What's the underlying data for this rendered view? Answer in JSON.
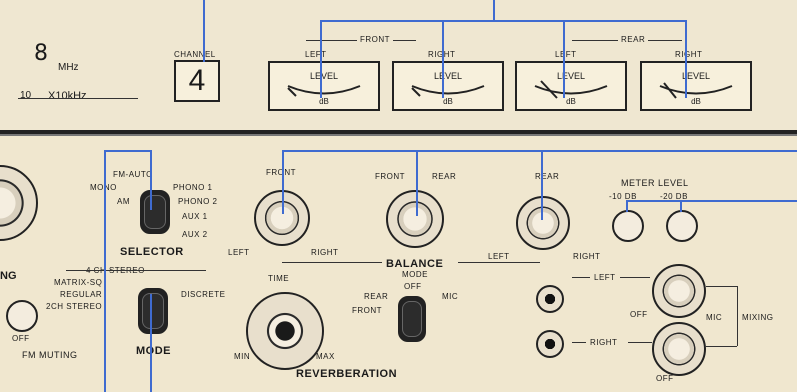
{
  "top_panel": {
    "tuner_left_digit": "8",
    "tuner_unit": "MHz",
    "tuner_scale": "10",
    "tuner_scale_unit": "X10kHz",
    "channel_label": "CHANNEL",
    "channel_value": "4",
    "front_label": "FRONT",
    "rear_label": "REAR",
    "meter_front_left_label": "LEFT",
    "meter_front_right_label": "RIGHT",
    "meter_rear_left_label": "LEFT",
    "meter_rear_right_label": "RIGHT",
    "meter_level_label": "LEVEL",
    "meter_db_label": "dB"
  },
  "bottom_panel": {
    "selector": {
      "options": [
        "FM-AUTO",
        "MONO",
        "AM",
        "PHONO 1",
        "PHONO 2",
        "AUX 1",
        "AUX 2"
      ],
      "label": "SELECTOR"
    },
    "mode": {
      "options": [
        "4 CH STEREO",
        "MATRIX-SQ",
        "REGULAR",
        "2CH STEREO",
        "DISCRETE"
      ],
      "label": "MODE"
    },
    "fm_muting": {
      "off_label": "OFF",
      "label": "FM MUTING"
    },
    "left_knob_label": "NG",
    "balance": {
      "front_knob_label": "FRONT",
      "left_right_left": "LEFT",
      "left_right_right": "RIGHT",
      "front_rear_front": "FRONT",
      "front_rear_rear": "REAR",
      "rear_knob_label": "REAR",
      "label": "BALANCE"
    },
    "reverberation": {
      "time_label": "TIME",
      "min_label": "MIN",
      "max_label": "MAX",
      "label": "REVERBERATION"
    },
    "rev_mode": {
      "mode_label": "MODE",
      "off_label": "OFF",
      "rear_label": "REAR",
      "mic_label": "MIC",
      "front_label": "FRONT"
    },
    "meter_level": {
      "label": "METER LEVEL",
      "minus10": "-10 dB",
      "minus20": "-20 dB"
    },
    "mixing": {
      "left_label": "LEFT",
      "right_label": "RIGHT",
      "off_label_1": "OFF",
      "off_label_2": "OFF",
      "mic_label": "MIC",
      "mixing_label": "MIXING"
    }
  }
}
